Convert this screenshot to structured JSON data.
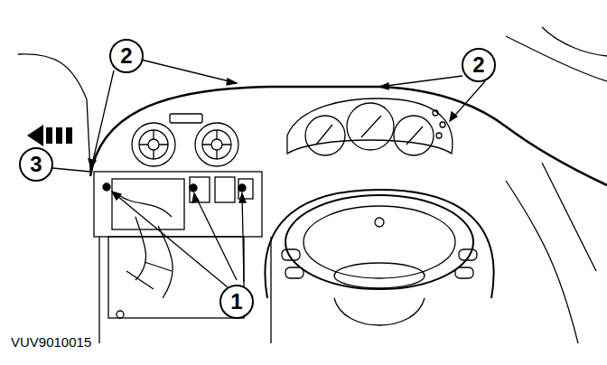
{
  "diagram": {
    "nodes": [
      {
        "text": [
          "2"
        ]
      },
      {
        "text": [
          "2"
        ]
      },
      {
        "text": [
          "3"
        ]
      },
      {
        "text": [
          "1"
        ]
      }
    ],
    "labels": [
      "VUV9010015"
    ]
  }
}
